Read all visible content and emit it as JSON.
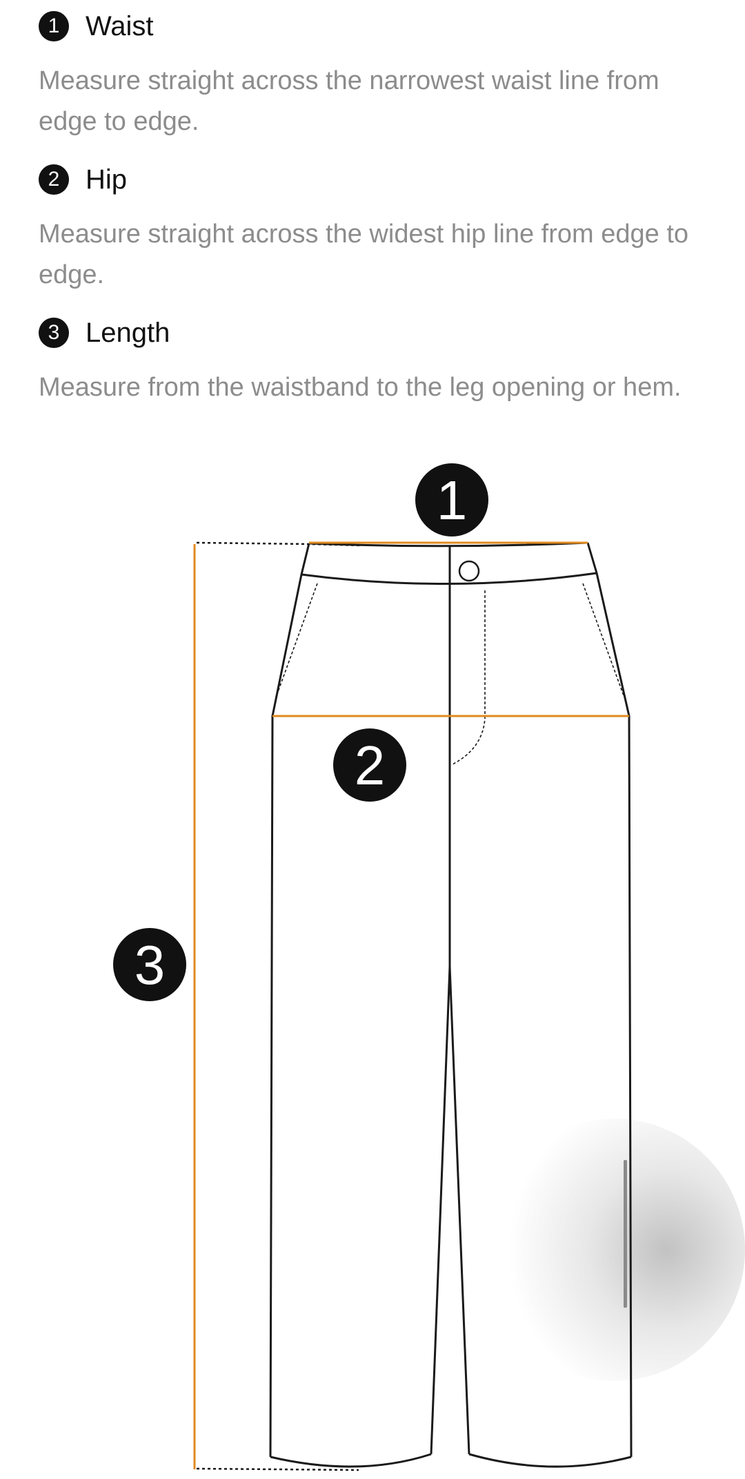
{
  "guide": {
    "items": [
      {
        "number": "1",
        "title": "Waist",
        "description": "Measure straight across the narrowest waist line from edge to edge."
      },
      {
        "number": "2",
        "title": "Hip",
        "description": "Measure straight across the widest hip line from edge to edge."
      },
      {
        "number": "3",
        "title": "Length",
        "description": "Measure from the waistband to the leg opening or hem."
      }
    ]
  },
  "diagram": {
    "markers": {
      "waist": "1",
      "hip": "2",
      "length": "3"
    },
    "colors": {
      "measure_line": "#e08a1e",
      "outline": "#1a1a1a",
      "marker": "#111111"
    }
  }
}
